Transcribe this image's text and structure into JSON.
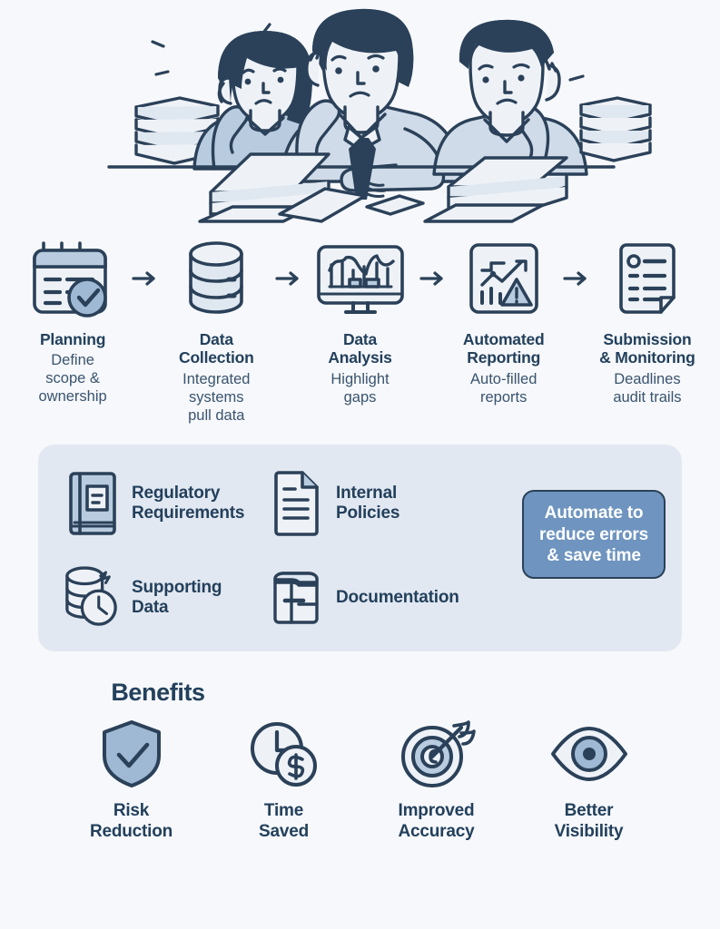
{
  "theme": {
    "background": "#f6f8fb",
    "ink": "#23405c",
    "outline": "#2b4159",
    "fill_light": "#eef2f7",
    "fill_mid": "#b9ccdf",
    "fill_accent": "#9fb9d4",
    "badge_bg": "#6e94bf",
    "panel_bg": "#e2e8f1",
    "badge_text": "#ffffff"
  },
  "hero": {
    "name": "frustrated-office-workers-illustration",
    "alt": "Three overwhelmed office workers holding their heads at a desk piled with stacks of paper"
  },
  "process": {
    "steps": [
      {
        "icon": "calendar-check-icon",
        "title": "Planning",
        "desc": "Define\nscope &\nownership"
      },
      {
        "icon": "database-icon",
        "title": "Data\nCollection",
        "desc": "Integrated\nsystems\npull data"
      },
      {
        "icon": "monitor-chart-icon",
        "title": "Data\nAnalysis",
        "desc": "Highlight\ngaps"
      },
      {
        "icon": "report-alert-icon",
        "title": "Automated\nReporting",
        "desc": "Auto-filled\nreports"
      },
      {
        "icon": "checklist-document-icon",
        "title": "Submission\n& Monitoring",
        "desc": "Deadlines\naudit trails"
      }
    ],
    "arrow_icon": "arrow-right-icon"
  },
  "documents": {
    "items": [
      {
        "icon": "book-icon",
        "label": "Regulatory\nRequirements"
      },
      {
        "icon": "document-lines-icon",
        "label": "Internal\nPolicies"
      },
      {
        "icon": "database-clock-icon",
        "label": "Supporting\nData"
      },
      {
        "icon": "spreadsheet-icon",
        "label": "Documentation"
      }
    ],
    "badge": {
      "text": "Automate to\nreduce errors\n& save time"
    }
  },
  "benefits": {
    "title": "Benefits",
    "items": [
      {
        "icon": "shield-check-icon",
        "label": "Risk\nReduction"
      },
      {
        "icon": "clock-dollar-icon",
        "label": "Time\nSaved"
      },
      {
        "icon": "target-arrow-icon",
        "label": "Improved\nAccuracy"
      },
      {
        "icon": "eye-icon",
        "label": "Better\nVisibility"
      }
    ]
  }
}
